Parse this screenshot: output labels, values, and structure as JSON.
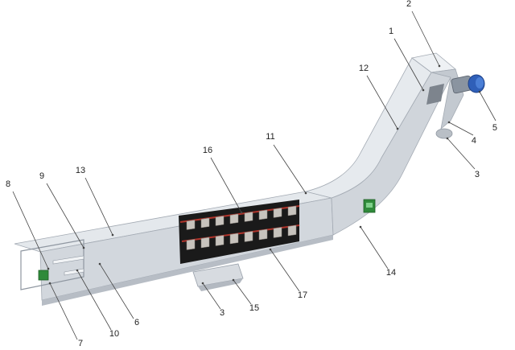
{
  "colors": {
    "steel_light": "#dfe3e8",
    "steel_mid": "#c9ced5",
    "steel_dark": "#aab1ba",
    "steel_edge": "#8f97a1",
    "interior": "#1a1a1a",
    "scraper": "#c7c3bd",
    "chain_red": "#b0342b",
    "motor_blue": "#2f5fb8",
    "panel_green": "#2f8a3a",
    "leader": "#444444"
  },
  "icons": {
    "drive_motor": "motor-icon",
    "control_panel": "control-box-icon",
    "inspection_window": "window-icon"
  },
  "callouts": [
    {
      "label": "1"
    },
    {
      "label": "2"
    },
    {
      "label": "12"
    },
    {
      "label": "5"
    },
    {
      "label": "4"
    },
    {
      "label": "3"
    },
    {
      "label": "11"
    },
    {
      "label": "16"
    },
    {
      "label": "13"
    },
    {
      "label": "9"
    },
    {
      "label": "8"
    },
    {
      "label": "14"
    },
    {
      "label": "17"
    },
    {
      "label": "3"
    },
    {
      "label": "15"
    },
    {
      "label": "6"
    },
    {
      "label": "10"
    },
    {
      "label": "7"
    }
  ]
}
